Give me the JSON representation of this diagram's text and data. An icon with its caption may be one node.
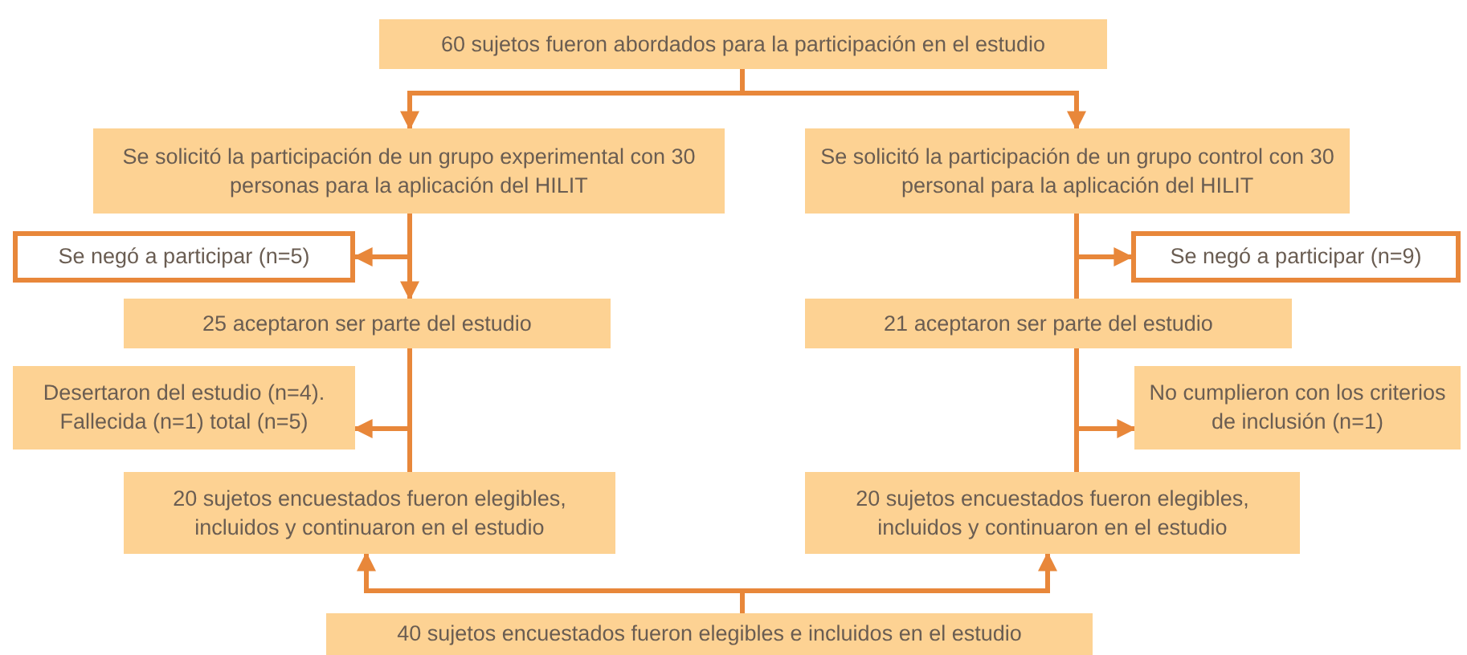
{
  "diagram": {
    "nodes": [
      {
        "text": [
          "60 sujetos fueron abordados para la participación en el estudio"
        ]
      },
      {
        "text": [
          "Se solicitó la participación de un grupo experimental con 30 personas para la aplicación del HILIT"
        ]
      },
      {
        "text": [
          "Se solicitó la participación de un grupo control con 30 personal para la aplicación del HILIT"
        ]
      },
      {
        "text": [
          "Se negó a participar (n=5)"
        ]
      },
      {
        "text": [
          "Se negó a participar (n=9)"
        ]
      },
      {
        "text": [
          "25 aceptaron ser parte del estudio"
        ]
      },
      {
        "text": [
          "21 aceptaron ser parte del estudio"
        ]
      },
      {
        "text": [
          "Desertaron del estudio (n=4). Fallecida (n=1) total (n=5)"
        ]
      },
      {
        "text": [
          "No cumplieron con los criterios de inclusión (n=1)"
        ]
      },
      {
        "text": [
          "20 sujetos encuestados fueron elegibles, incluidos y continuaron en el estudio"
        ]
      },
      {
        "text": [
          "20 sujetos encuestados fueron elegibles, incluidos y continuaron en el estudio"
        ]
      },
      {
        "text": [
          "40 sujetos encuestados fueron elegibles e incluidos en el estudio"
        ]
      }
    ],
    "edges": [
      {
        "from": 0,
        "to": 1,
        "arrow": "to"
      },
      {
        "from": 0,
        "to": 2,
        "arrow": "to"
      },
      {
        "from": 1,
        "to": 3,
        "arrow": "to"
      },
      {
        "from": 1,
        "to": 5,
        "arrow": "to"
      },
      {
        "from": 2,
        "to": 4,
        "arrow": "to"
      },
      {
        "from": 2,
        "to": 6,
        "arrow": "none"
      },
      {
        "from": 5,
        "to": 7,
        "arrow": "to"
      },
      {
        "from": 5,
        "to": 9,
        "arrow": "none"
      },
      {
        "from": 6,
        "to": 8,
        "arrow": "to"
      },
      {
        "from": 6,
        "to": 10,
        "arrow": "none"
      },
      {
        "from": 11,
        "to": 9,
        "arrow": "to"
      },
      {
        "from": 11,
        "to": 10,
        "arrow": "to"
      }
    ]
  }
}
